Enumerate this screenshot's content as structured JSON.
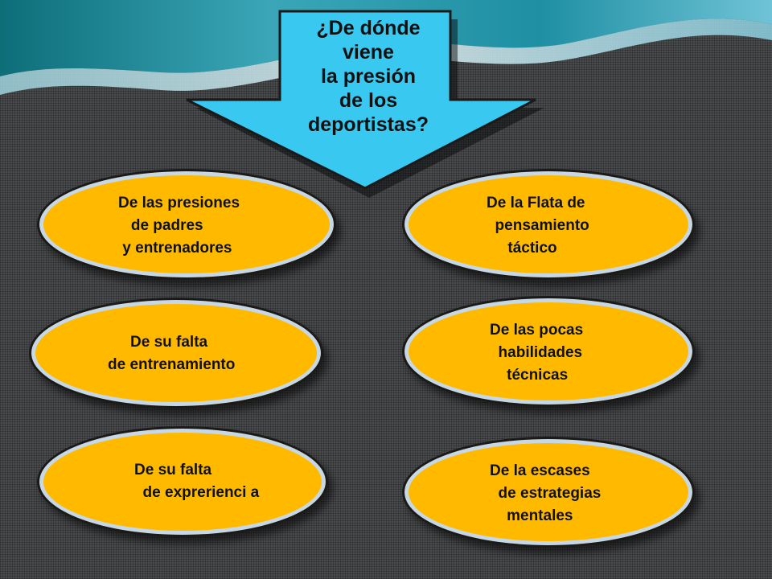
{
  "colors": {
    "background": "#4a4b4d",
    "arrow_fill": "#38c8f0",
    "ellipse_fill": "#ffba00",
    "ellipse_ring": "#c6d8e8",
    "text": "#111111"
  },
  "arrow": {
    "lines": [
      "¿De dónde",
      "viene",
      "la presión",
      "de los",
      "deportistas?"
    ]
  },
  "bubbles": [
    {
      "lines": [
        "De las presiones",
        "   de padres",
        " y entrenadores"
      ]
    },
    {
      "lines": [
        "De la Flata de",
        "  pensamiento",
        "     táctico"
      ]
    },
    {
      "lines": [
        "De su falta",
        "de entrenamiento"
      ]
    },
    {
      "lines": [
        "De las pocas",
        "  habilidades",
        "    técnicas"
      ]
    },
    {
      "lines": [
        "De su falta",
        "  de exprerienci a"
      ]
    },
    {
      "lines": [
        "De la escases",
        "  de estrategias",
        "    mentales"
      ]
    }
  ]
}
